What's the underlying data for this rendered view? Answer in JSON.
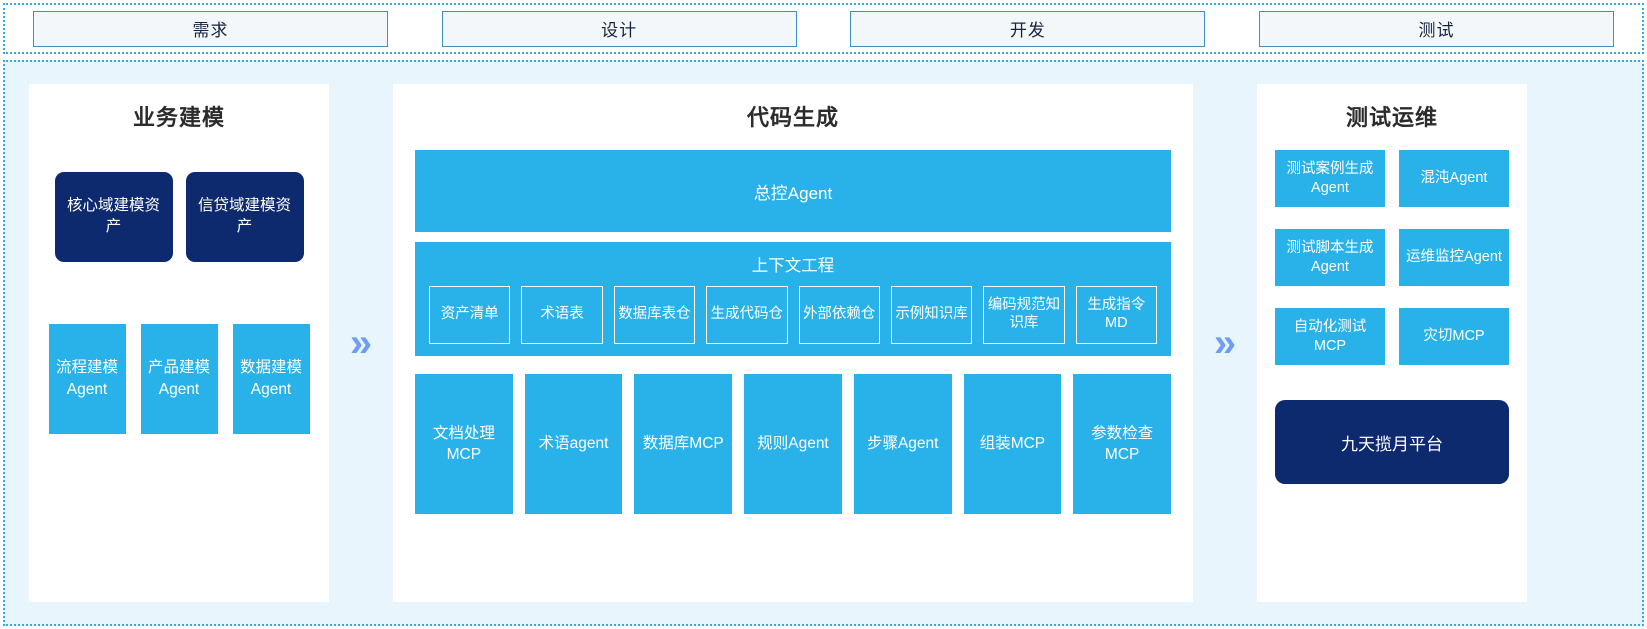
{
  "phases": [
    {
      "label": "需求"
    },
    {
      "label": "设计"
    },
    {
      "label": "开发"
    },
    {
      "label": "测试"
    }
  ],
  "arrows": {
    "left_chevron": "»",
    "right_chevron": "»"
  },
  "colors": {
    "accent_blue": "#29b2ea",
    "deep_navy": "#0e2a6e",
    "panel_bg": "#ffffff",
    "region_bg": "#e8f5fd",
    "dashed_border": "#3aa8e0",
    "chevron": "#6f9ef0",
    "phase_box_bg": "#f4f7f9",
    "phase_box_border": "#3a93c4"
  },
  "left_panel": {
    "title": "业务建模",
    "assets": [
      {
        "label": "核心域建模资产"
      },
      {
        "label": "信贷域建模资产"
      }
    ],
    "agents": [
      {
        "label": "流程建模Agent"
      },
      {
        "label": "产品建模Agent"
      },
      {
        "label": "数据建模Agent"
      }
    ]
  },
  "middle_panel": {
    "title": "代码生成",
    "control_agent": "总控Agent",
    "context": {
      "title": "上下文工程",
      "items": [
        {
          "label": "资产清单"
        },
        {
          "label": "术语表"
        },
        {
          "label": "数据库表仓"
        },
        {
          "label": "生成代码仓"
        },
        {
          "label": "外部依赖仓"
        },
        {
          "label": "示例知识库"
        },
        {
          "label": "编码规范知识库"
        },
        {
          "label": "生成指令MD"
        }
      ]
    },
    "tools": [
      {
        "label": "文档处理MCP"
      },
      {
        "label": "术语agent"
      },
      {
        "label": "数据库MCP"
      },
      {
        "label": "规则Agent"
      },
      {
        "label": "步骤Agent"
      },
      {
        "label": "组装MCP"
      },
      {
        "label": "参数检查MCP"
      }
    ]
  },
  "right_panel": {
    "title": "测试运维",
    "rows": [
      [
        {
          "label": "测试案例生成Agent"
        },
        {
          "label": "混沌Agent"
        }
      ],
      [
        {
          "label": "测试脚本生成Agent"
        },
        {
          "label": "运维监控Agent"
        }
      ],
      [
        {
          "label": "自动化测试MCP"
        },
        {
          "label": "灾切MCP"
        }
      ]
    ],
    "platform": "九天揽月平台"
  }
}
